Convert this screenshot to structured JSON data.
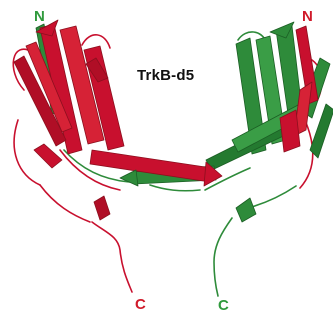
{
  "figure": {
    "title": "TrkB-d5",
    "labels": {
      "n_green": "N",
      "n_red": "N",
      "c_red": "C",
      "c_green": "C"
    },
    "colors": {
      "red": "#c8102e",
      "red_dark": "#8c0f1e",
      "green": "#2e8b3a",
      "green_dark": "#1b5e24",
      "label_red": "#d01a2a",
      "label_green": "#2f9a3c",
      "title": "#111111"
    }
  }
}
